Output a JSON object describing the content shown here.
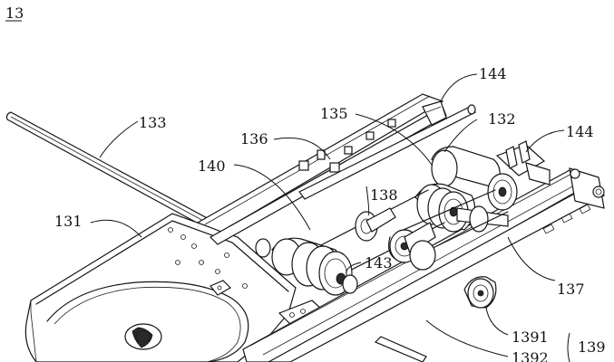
{
  "figure": {
    "number": "13",
    "labels": {
      "l131": "131",
      "l132": "132",
      "l133": "133",
      "l135": "135",
      "l136": "136",
      "l137": "137",
      "l138": "138",
      "l139": "139",
      "l140": "140",
      "l143": "143",
      "l144a": "144",
      "l144b": "144",
      "l1391": "1391",
      "l1392": "1392"
    }
  }
}
